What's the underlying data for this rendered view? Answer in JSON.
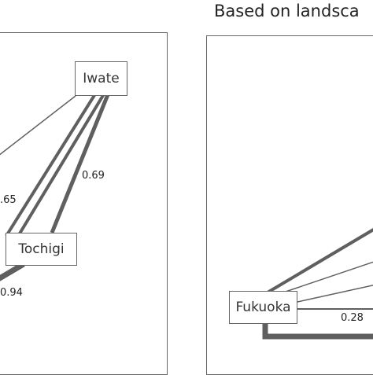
{
  "title": "Based on landsca",
  "nodes": {
    "iwate": "Iwate",
    "tochigi": "Tochigi",
    "fukuoka": "Fukuoka"
  },
  "edge_labels": {
    "w_069": "0.69",
    "w_065": ".65",
    "w_094": "0.94",
    "w_028": "0.28"
  },
  "colors": {
    "edge": "#5f5f5f",
    "border": "#666666"
  }
}
